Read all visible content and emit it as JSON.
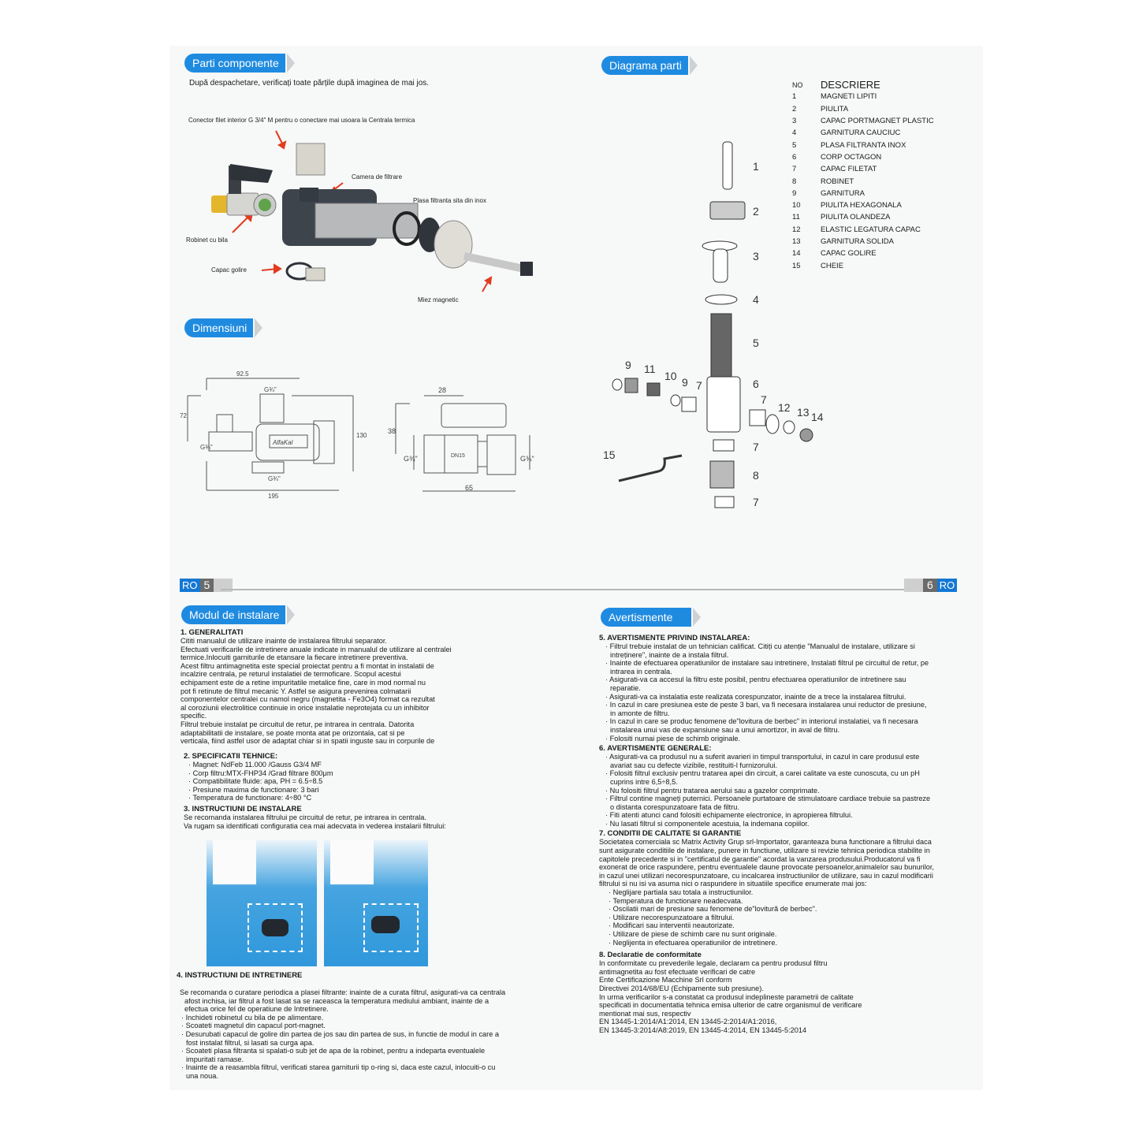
{
  "left_page_top": {
    "parts_title": "Parti componente",
    "parts_intro": "După despachetare, verificați toate părțile după imaginea de mai jos.",
    "photo_labels": {
      "connector": "Conector filet interior G 3/4\" M pentru o conectare mai usoara la Centrala termica",
      "chamber": "Camera de filtrare",
      "mesh": "Plasa filtranta sita din inox",
      "valve": "Robinet cu bila",
      "drain_cap": "Capac golire",
      "magnet_core": "Miez magnetic"
    },
    "dimensions_title": "Dimensiuni",
    "dimension_labels": {
      "d1": "92.5",
      "d2": "G¾\"",
      "d3": "72",
      "d4": "G¾\"",
      "d5": "130",
      "d6": "G¾\"",
      "d7": "195",
      "brand": "AlfaKal",
      "d8": "28",
      "d9": "38",
      "d10": "G¾\"",
      "d11": "G¾\"",
      "d12": "65",
      "valve_mark": "DN15"
    }
  },
  "right_page_top": {
    "diagram_title": "Diagrama parti",
    "table": {
      "col_no": "NO",
      "col_desc": "DESCRIERE",
      "rows": [
        {
          "no": "1",
          "desc": "MAGNETI LIPITI"
        },
        {
          "no": "2",
          "desc": "PIULITA"
        },
        {
          "no": "3",
          "desc": "CAPAC PORTMAGNET PLASTIC"
        },
        {
          "no": "4",
          "desc": "GARNITURA CAUCIUC"
        },
        {
          "no": "5",
          "desc": "PLASA FILTRANTA INOX"
        },
        {
          "no": "6",
          "desc": "CORP OCTAGON"
        },
        {
          "no": "7",
          "desc": "CAPAC FILETAT"
        },
        {
          "no": "8",
          "desc": "ROBINET"
        },
        {
          "no": "9",
          "desc": "GARNITURA"
        },
        {
          "no": "10",
          "desc": "PIULITA HEXAGONALA"
        },
        {
          "no": "11",
          "desc": "PIULITA OLANDEZA"
        },
        {
          "no": "12",
          "desc": "ELASTIC LEGATURA CAPAC"
        },
        {
          "no": "13",
          "desc": "GARNITURA SOLIDA"
        },
        {
          "no": "14",
          "desc": "CAPAC GOLIRE"
        },
        {
          "no": "15",
          "desc": "CHEIE"
        }
      ]
    },
    "callouts": [
      "1",
      "2",
      "3",
      "4",
      "5",
      "6",
      "7",
      "8",
      "7",
      "9",
      "11",
      "10",
      "9",
      "7",
      "7",
      "12",
      "13",
      "14",
      "15"
    ]
  },
  "footer": {
    "left_lang": "RO",
    "left_page": "5",
    "right_page": "6",
    "right_lang": "RO"
  },
  "install": {
    "title": "Modul de instalare",
    "s1_heading": "1. GENERALITATI",
    "s1_lines": [
      "Cititi manualul de utilizare inainte de instalarea filtrului separator.",
      "Efectuati verificarile de intretinere anuale indicate in manualul de utilizare al centralei",
      "termice.Inlocuiti garniturile de etansare la fiecare intretinere preventiva.",
      "Acest filtru antimagnetita este special proiectat pentru a fi montat in instalatii de",
      "incalzire centrala, pe returul instalatiei de termoficare. Scopul acestui",
      "echipament este de a retine impuritatile metalice fine, care in mod normal nu",
      "pot fi retinute de filtrul mecanic Y. Astfel se asigura prevenirea colmatarii",
      "componentelor centralei cu namol negru (magnetita - Fe3O4) format ca rezultat",
      "al coroziunii electrolitice continuie in orice instalatie neprotejata cu un inhibitor",
      "specific.",
      "Filtrul trebuie instalat pe circuitul de retur, pe intrarea in centrala. Datorita",
      "adaptabilitatii de instalare, se poate monta atat pe orizontala, cat si pe",
      "verticala, fiind astfel usor de adaptat chiar si in spatii inguste sau in corpurile de"
    ],
    "s2_heading": "2. SPECIFICATII TEHNICE:",
    "s2_items": [
      "Magnet: NdFeb 11.000 /Gauss G3/4  MF",
      "Corp filtru:MTX-FHP34 /Grad filtrare 800μm",
      "Compatibilitate fluide: apa, PH = 6.5÷8.5",
      "Presiune maxima de functionare: 3 bari",
      "Temperatura de functionare: 4÷80 °C"
    ],
    "s3_heading": "3.    INSTRUCTIUNI DE INSTALARE",
    "s3_lines": [
      "Se recomanda instalarea filtrului pe circuitul de retur, pe intrarea in centrala.",
      "Va rugam sa identificati configuratia cea mai adecvata in vederea instalarii filtrului:"
    ],
    "s4_heading": "4. INSTRUCTIUNI DE INTRETINERE",
    "s4_intro": "Se recomanda o curatare periodica a plasei filtrante: inainte de a curata filtrul, asigurati-va ca centrala afost inchisa, iar filtrul a fost lasat sa se raceasca la temperatura mediului ambiant, inainte de a efectua orice fel de operatiune de Intretinere.",
    "s4_items": [
      "Inchideti robinetul cu bila de pe alimentare.",
      "Scoateti magnetul din capacul port-magnet.",
      "Desurubati capacul de golire din partea de jos sau din partea de sus, in functie de modul in care a fost instalat filtrul, si lasati sa curga apa.",
      "Scoateti plasa filtranta si spalati-o sub jet de apa de la robinet, pentru a indeparta eventualele impuritati ramase.",
      "Inainte de a reasambla filtrul, verificati starea garniturii tip o-ring si, daca este cazul, inlocuiti-o cu una noua."
    ]
  },
  "warnings": {
    "title": "Avertismente",
    "s5_heading": "5. AVERTISMENTE PRIVIND INSTALAREA:",
    "s5_items": [
      "Filtrul trebuie instalat de un tehnician calificat. Citiți cu atenție \"Manualul de instalare, utilizare si intreținere\", inainte de a instala filtrul.",
      "Inainte de efectuarea operatiunilor de instalare sau intretinere,    Instalati filtrul pe circuitul de retur, pe intrarea in centrala.",
      "Asigurati-va ca accesul la filtru este posibil, pentru efectuarea operatiunilor de intretinere sau reparatie.",
      "Asigurati-va ca instalatia este realizata corespunzator, inainte de a trece la instalarea filtrului.",
      "In cazul in care presiunea este de peste 3 bari, va fi necesara instalarea unui reductor de presiune, in amonte de filtru.",
      "In cazul in care se produc fenomene de\"lovitura de berbec\" in interiorul instalatiei, va fi necesara instalarea unui vas de expansiune sau a unui amortizor, in aval de filtru.",
      "Folositi numai piese de schimb originale."
    ],
    "s6_heading": "6. AVERTISMENTE GENERALE:",
    "s6_items": [
      "Asigurati-va ca produsul nu a suferit avarieri in timpul transportului, in cazul in care produsul este avariat sau cu defecte vizibile, restituiti-l furnizorului.",
      "Folositi filtrul exclusiv pentru tratarea apei din circuit, a carei calitate va este cunoscuta, cu un pH cuprins intre 6,5÷8,5.",
      "Nu folositi filtrul pentru tratarea aerului sau a gazelor comprimate.",
      "Filtrul contine magneți puternici. Persoanele purtatoare de stimulatoare cardiace trebuie sa pastreze o distanta corespunzatoare fata de filtru.",
      "Fiti atenti atunci cand folositi echipamente electronice, in apropierea filtrului.",
      "Nu lasati filtrul si componentele acestuia, la indemana copiilor."
    ],
    "s7_heading": "7. CONDITII DE CALITATE SI GARANTIE",
    "s7_text": "Societatea comerciala sc Matrix Activity Grup srl-Importator, garanteaza buna functionare a filtrului daca sunt asigurate conditiile de instalare, punere in functiune, utilizare si revizie tehnica periodica stabilite in capitolele precedente si in \"certificatul de garantie\" acordat la vanzarea produsului.Producatorul va fi exonerat de orice raspundere, pentru eventualele daune provocate persoanelor,animalelor sau bunurilor, in cazul unei utilizari necorespunzatoare, cu incalcarea instructiunilor de utilizare, sau in cazul modificarii filtrului si nu isi va asuma nici o raspundere in situatiile specifice enumerate mai jos:",
    "s7_items": [
      "Neglijare partiala sau totala a instructiunilor.",
      "Temperatura de functionare neadecvata.",
      "Oscilatii mari de presiune sau fenomene de\"lovitură de berbec\".",
      "Utilizare necorespunzatoare a filtrului.",
      "Modificari sau interventii neautorizate.",
      "Utilizare de piese de schimb care nu sunt originale.",
      "Neglijenta in efectuarea operatiunilor de intretinere."
    ],
    "s8_heading": "8. Declaratie de conformitate",
    "s8_lines": [
      "In conformitate cu prevederile legale, declaram ca pentru produsul filtru",
      "antimagnetita au fost efectuate verificari de catre",
      "Ente Certificazione Macchine Srl conform",
      "Directivei 2014/68/EU (Echipamente sub presiune).",
      "In urma verificarilor s-a constatat ca produsul indeplineste parametrii de calitate",
      "specificati in documentatia tehnica emisa ulterior de catre organismul de verificare",
      "mentionat mai sus, respectiv",
      "EN 13445-1:2014/A1:2014, EN 13445-2:2014/A1:2016,",
      "EN 13445-3:2014/A8:2019, EN 13445-4:2014, EN 13445-5:2014"
    ]
  },
  "colors": {
    "pill_blue": "#1f8be0",
    "lang_blue": "#1478d4",
    "page_gray": "#6b6b6b",
    "arrow_red": "#e23b1e"
  }
}
